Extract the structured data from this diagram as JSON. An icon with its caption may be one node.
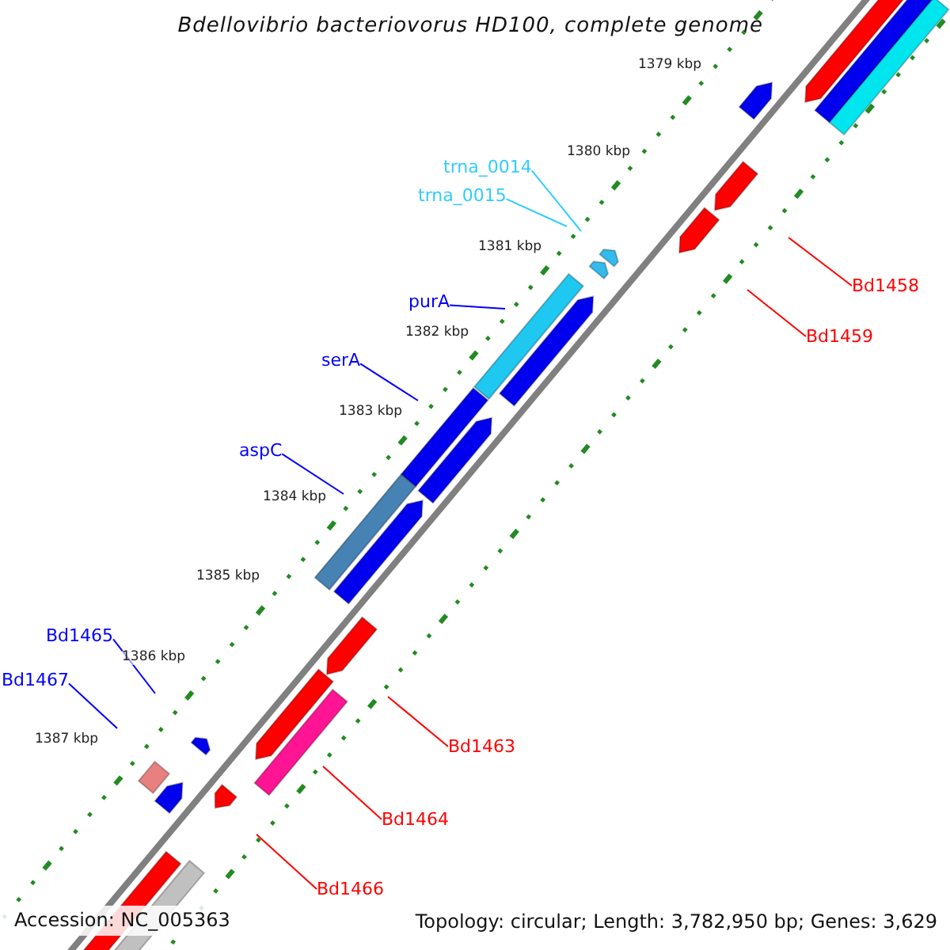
{
  "diagram": {
    "title": "Bdellovibrio bacteriovorus HD100, complete genome",
    "nodes": [
      {
        "text": [
          "trna_0014"
        ]
      },
      {
        "text": [
          "trna_0015"
        ]
      },
      {
        "text": [
          "Bd1458"
        ]
      },
      {
        "text": [
          "purA"
        ]
      },
      {
        "text": [
          "Bd1459"
        ]
      },
      {
        "text": [
          "serA"
        ]
      },
      {
        "text": [
          "aspC"
        ]
      },
      {
        "text": [
          "Bd1465"
        ]
      },
      {
        "text": [
          "Bd1467"
        ]
      },
      {
        "text": [
          "Bd1463"
        ]
      },
      {
        "text": [
          "Bd1464"
        ]
      },
      {
        "text": [
          "Bd1466"
        ]
      }
    ],
    "edges": [
      {
        "from": 0,
        "to": null,
        "arrow": "none",
        "color": "#33ccff"
      },
      {
        "from": 1,
        "to": null,
        "arrow": "none",
        "color": "#33ccff"
      },
      {
        "from": 2,
        "to": null,
        "arrow": "none",
        "color": "#ff0000"
      },
      {
        "from": 3,
        "to": null,
        "arrow": "none",
        "color": "#0000ff"
      },
      {
        "from": 4,
        "to": null,
        "arrow": "none",
        "color": "#ff0000"
      },
      {
        "from": 5,
        "to": null,
        "arrow": "none",
        "color": "#0000ff"
      },
      {
        "from": 6,
        "to": null,
        "arrow": "none",
        "color": "#0000ff"
      },
      {
        "from": 7,
        "to": null,
        "arrow": "none",
        "color": "#0000ff"
      },
      {
        "from": 8,
        "to": null,
        "arrow": "none",
        "color": "#0000ff"
      },
      {
        "from": 9,
        "to": null,
        "arrow": "none",
        "color": "#ff0000"
      },
      {
        "from": 10,
        "to": null,
        "arrow": "none",
        "color": "#ff0000"
      },
      {
        "from": 11,
        "to": null,
        "arrow": "none",
        "color": "#ff0000"
      }
    ],
    "labels": [
      "1379 kbp",
      "1380 kbp",
      "1381 kbp",
      "1382 kbp",
      "1383 kbp",
      "1384 kbp",
      "1385 kbp",
      "1386 kbp",
      "1387 kbp",
      "Accession: NC_005363",
      "Topology: circular; Length: 3,782,950 bp; Genes: 3,629"
    ]
  }
}
